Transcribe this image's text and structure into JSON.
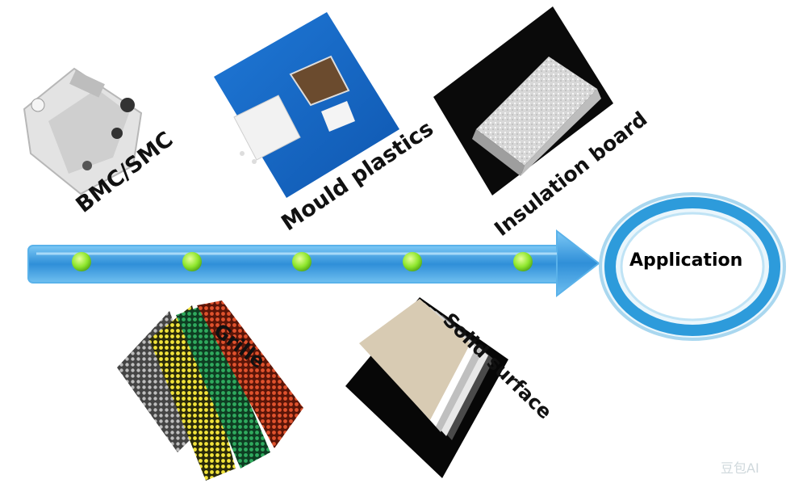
{
  "diagram": {
    "center_node": {
      "label": "Application"
    },
    "arrow": {
      "color": "#3a9de0",
      "dot_color": "#9ef03c",
      "dot_count": 5
    },
    "items": [
      {
        "id": "bmc",
        "label": "BMC/SMC"
      },
      {
        "id": "mould",
        "label": "Mould plastics"
      },
      {
        "id": "insulation",
        "label": "Insulation board"
      },
      {
        "id": "grille",
        "label": "Grille"
      },
      {
        "id": "solid",
        "label": "Solid surface"
      }
    ]
  },
  "watermark": {
    "text": "豆包AI"
  }
}
